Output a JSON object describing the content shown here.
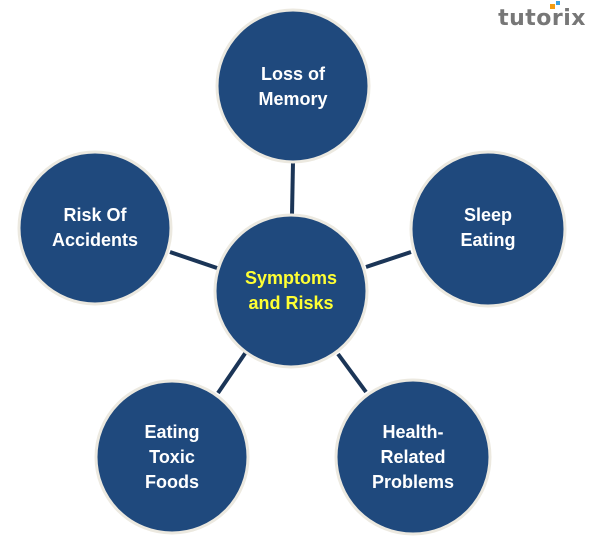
{
  "logo": {
    "text": "tutorix"
  },
  "colors": {
    "node": "#1f497d",
    "center_text": "#ffff33",
    "text": "#ffffff",
    "link": "#1b3557"
  },
  "center": {
    "lines": [
      "Symptoms",
      "and Risks"
    ]
  },
  "nodes": [
    {
      "lines": [
        "Loss of",
        "Memory"
      ]
    },
    {
      "lines": [
        "Sleep",
        "Eating"
      ]
    },
    {
      "lines": [
        "Health-",
        "Related",
        "Problems"
      ]
    },
    {
      "lines": [
        "Eating",
        "Toxic",
        "Foods"
      ]
    },
    {
      "lines": [
        "Risk Of",
        "Accidents"
      ]
    }
  ]
}
